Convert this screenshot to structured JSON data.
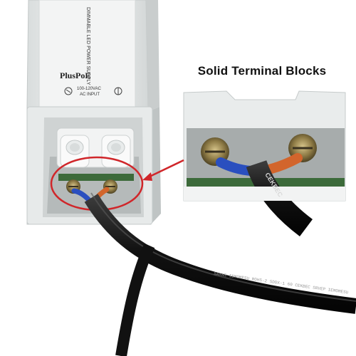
{
  "caption": "Solid Terminal Blocks",
  "label_texts": {
    "brand": "PlusPoE",
    "product": "DIMMABLE LED POWER SUPPLY",
    "input_rating": "100-120VAC",
    "input_label": "AC INPUT",
    "cable_print": "SAXNS  IEMOMESU  ROHS-2  SDDX-1  60  CEKBEC  SRVEP  IEMOMESU",
    "zoom_cable_print": "CEKBEC"
  },
  "colors": {
    "housing": "#eef0f0",
    "cable": "#151515",
    "highlight_ring": "#d0262a",
    "arrow": "#d0262a",
    "wire_blue": "#2a4fbf",
    "wire_orange": "#d2652c"
  }
}
